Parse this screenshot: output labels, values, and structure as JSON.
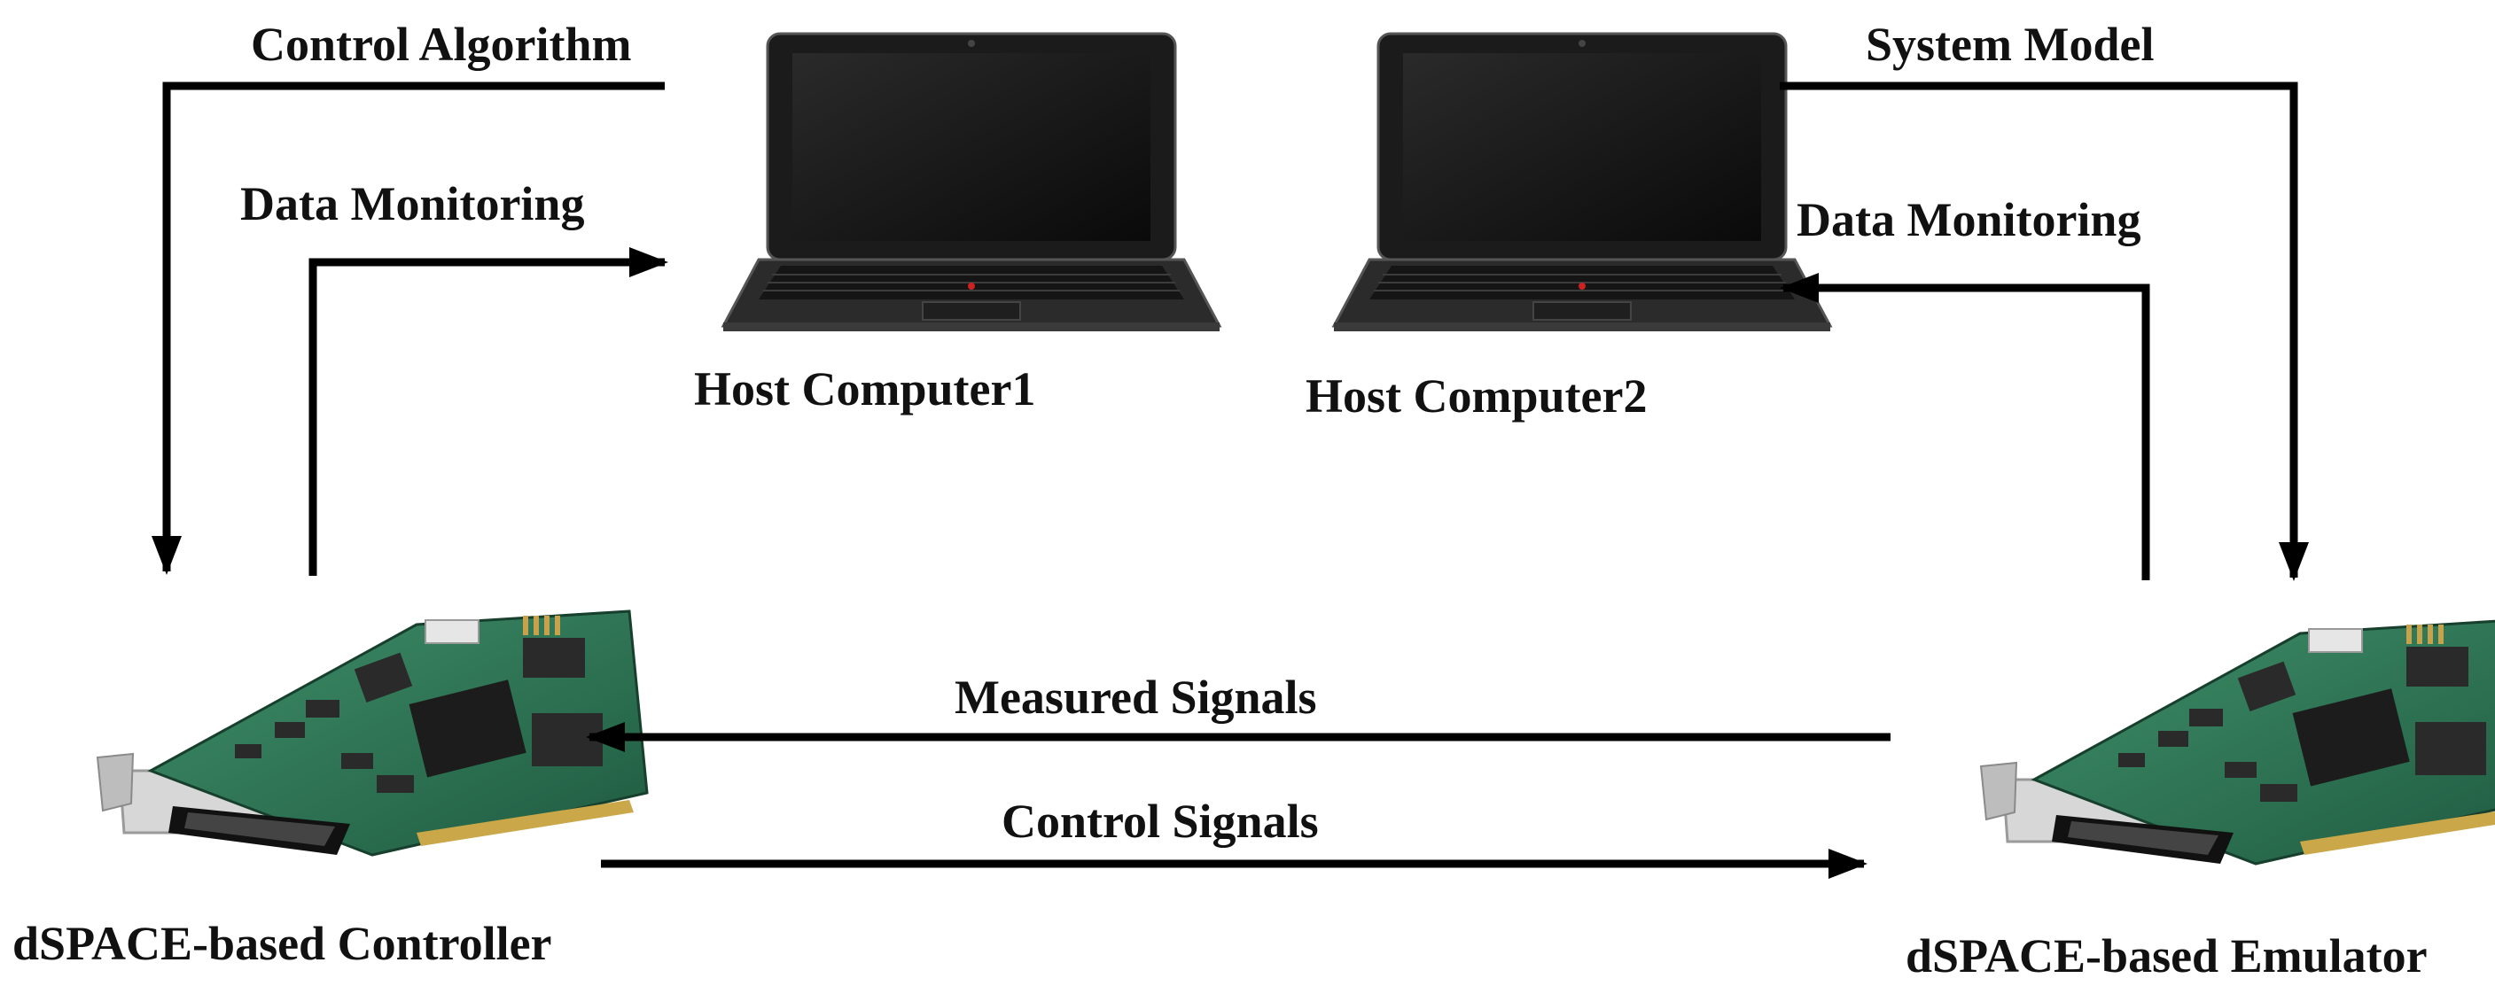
{
  "labels": {
    "control_algorithm": "Control Algorithm",
    "data_monitoring_left": "Data Monitoring",
    "system_model": "System Model",
    "data_monitoring_right": "Data Monitoring",
    "host_computer_1": "Host Computer1",
    "host_computer_2": "Host Computer2",
    "measured_signals": "Measured Signals",
    "control_signals": "Control Signals",
    "controller": "dSPACE-based Controller",
    "emulator": "dSPACE-based Emulator"
  }
}
